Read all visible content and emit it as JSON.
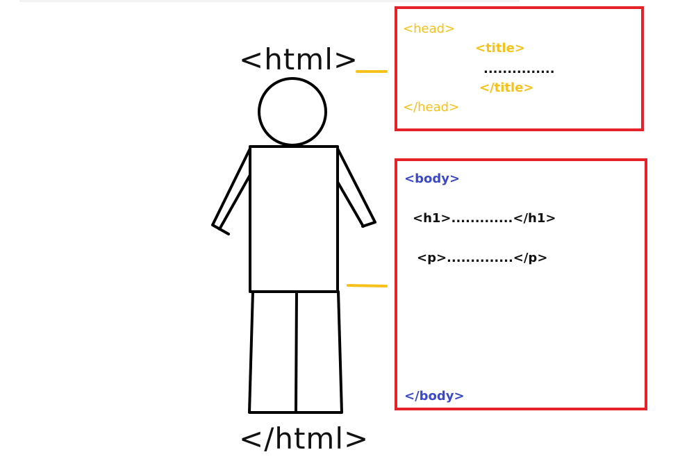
{
  "labels": {
    "html_open": "<html>",
    "html_close": "</html>"
  },
  "head_box": {
    "head_open": "<head>",
    "title_open": "<title>",
    "title_content": "...............",
    "title_close": "</title>",
    "head_close": "</head>"
  },
  "body_box": {
    "body_open": "<body>",
    "h1_line": "<h1>.............</h1>",
    "p_line": "<p>..............</p>",
    "body_close": "</body>"
  },
  "colors": {
    "box_border": "#e4222a",
    "head_text": "#f5c11a",
    "body_tag": "#3a49c9",
    "connector": "#f5c11a",
    "figure_stroke": "#000000"
  },
  "icons": {
    "figure": "stick-figure-icon"
  }
}
